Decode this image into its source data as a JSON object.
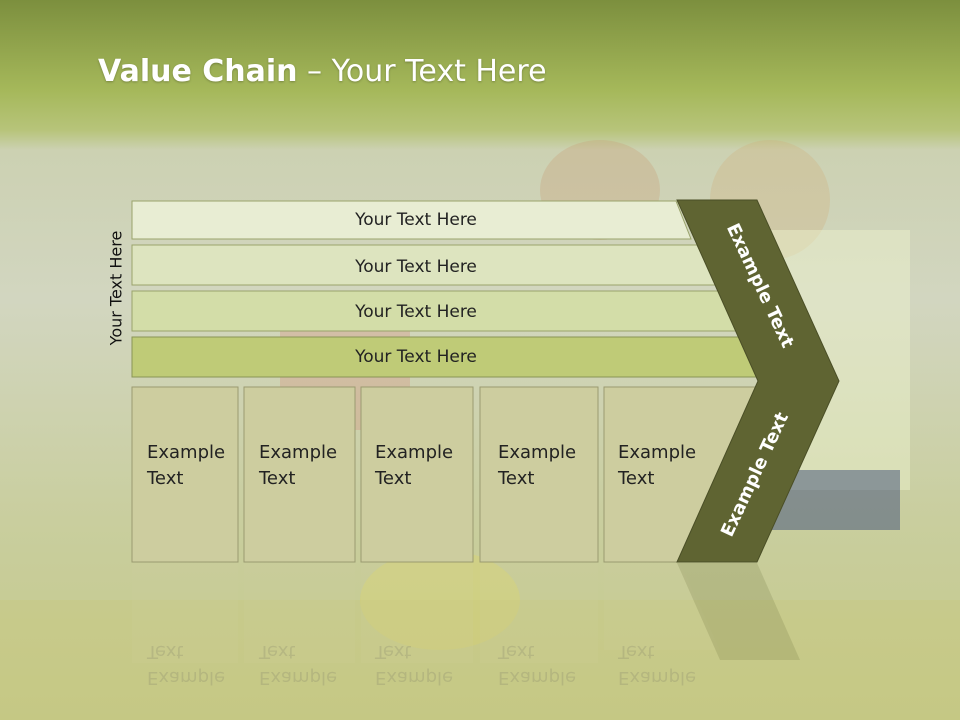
{
  "slide": {
    "title_bold": "Value Chain",
    "title_rest": " – Your Text Here",
    "side_label": "Your Text Here"
  },
  "bars": [
    {
      "label": "Your Text Here"
    },
    {
      "label": "Your Text Here"
    },
    {
      "label": "Your Text Here"
    },
    {
      "label": "Your Text Here"
    }
  ],
  "columns": [
    {
      "line1": "Example",
      "line2": "Text"
    },
    {
      "line1": "Example",
      "line2": "Text"
    },
    {
      "line1": "Example",
      "line2": "Text"
    },
    {
      "line1": "Example",
      "line2": "Text"
    },
    {
      "line1": "Example",
      "line2": "Text"
    }
  ],
  "chevron": {
    "upper_label": "Example Text",
    "lower_label": "Example Text"
  },
  "colors": {
    "bar_light": "#e8edd3",
    "bar_mid": "#dde4bf",
    "bar_strong": "#d3dda8",
    "bar_accent": "#bfcb77",
    "column_fill": "#cdcd9f",
    "chevron": "#5f6432"
  }
}
